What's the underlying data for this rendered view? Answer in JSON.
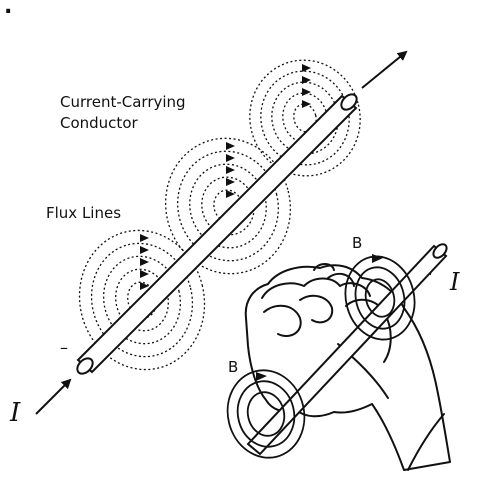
{
  "figure_mark": ".",
  "labels": {
    "conductor_line1": "Current-Carrying",
    "conductor_line2": "Conductor",
    "flux": "Flux Lines",
    "minus": "–",
    "b_top": "B",
    "b_bottom": "B",
    "current_main": "I",
    "current_hand": "I"
  },
  "colors": {
    "ink": "#111111",
    "paper": "#ffffff"
  }
}
